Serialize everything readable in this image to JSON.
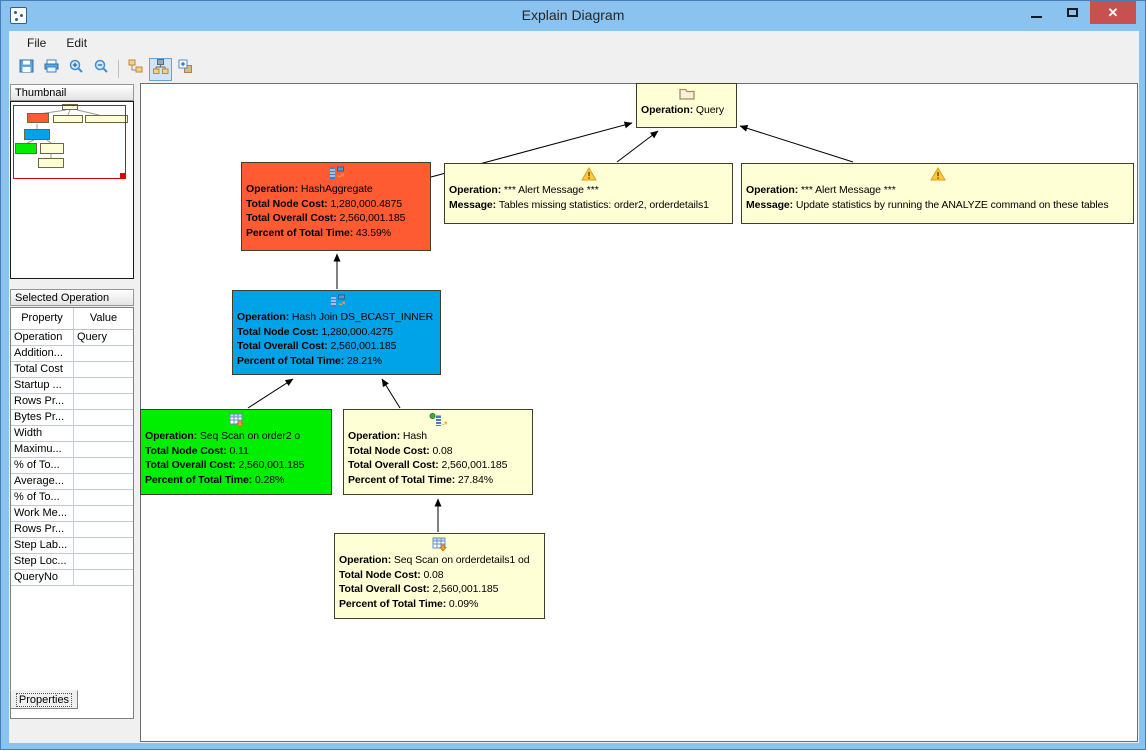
{
  "window": {
    "title": "Explain Diagram",
    "controls": {
      "minimize": "minimize",
      "maximize": "maximize",
      "close": "✕"
    }
  },
  "menu": {
    "items": [
      "File",
      "Edit"
    ]
  },
  "toolbar": {
    "buttons": [
      {
        "name": "save-icon"
      },
      {
        "name": "print-icon"
      },
      {
        "name": "zoom-in-icon"
      },
      {
        "name": "zoom-out-icon"
      },
      {
        "name": "separator"
      },
      {
        "name": "tree-layout-icon"
      },
      {
        "name": "org-chart-layout-icon",
        "active": true
      },
      {
        "name": "expand-nodes-icon"
      }
    ]
  },
  "sidebar": {
    "thumbnail": {
      "header": "Thumbnail"
    },
    "selected_operation": {
      "header": "Selected Operation",
      "columns": [
        "Property",
        "Value"
      ],
      "rows": [
        [
          "Operation",
          "Query"
        ],
        [
          "Addition...",
          ""
        ],
        [
          "Total Cost",
          ""
        ],
        [
          "Startup ...",
          ""
        ],
        [
          "Rows Pr...",
          ""
        ],
        [
          "Bytes Pr...",
          ""
        ],
        [
          "Width",
          ""
        ],
        [
          "Maximu...",
          ""
        ],
        [
          "% of To...",
          ""
        ],
        [
          "Average...",
          ""
        ],
        [
          "% of To...",
          ""
        ],
        [
          "Work Me...",
          ""
        ],
        [
          "Rows Pr...",
          ""
        ],
        [
          "Step Lab...",
          ""
        ],
        [
          "Step Loc...",
          ""
        ],
        [
          "QueryNo",
          ""
        ]
      ]
    },
    "tab": "Properties"
  },
  "diagram": {
    "nodes": [
      {
        "id": "query",
        "icon": "folder-icon",
        "color": "#FFFFD6",
        "rows": [
          {
            "label": "Operation:",
            "value": "Query"
          }
        ]
      },
      {
        "id": "hash_aggregate",
        "icon": "hash-aggregate-icon",
        "color": "#FF5B33",
        "rows": [
          {
            "label": "Operation:",
            "value": "HashAggregate"
          },
          {
            "label": "Total Node Cost:",
            "value": "1,280,000.4875"
          },
          {
            "label": "Total Overall Cost:",
            "value": "2,560,001.185"
          },
          {
            "label": "Percent of Total Time:",
            "value": "43.59%"
          }
        ]
      },
      {
        "id": "alert_missing_stats",
        "icon": "warning-icon",
        "color": "#FFFFD6",
        "rows": [
          {
            "label": "Operation:",
            "value": "*** Alert Message ***"
          },
          {
            "label": "Message:",
            "value": "Tables missing statistics: order2, orderdetails1"
          }
        ]
      },
      {
        "id": "alert_analyze",
        "icon": "warning-icon",
        "color": "#FFFFD6",
        "rows": [
          {
            "label": "Operation:",
            "value": "*** Alert Message ***"
          },
          {
            "label": "Message:",
            "value": "Update statistics by running the ANALYZE command on these tables"
          }
        ]
      },
      {
        "id": "hash_join",
        "icon": "hash-join-icon",
        "color": "#00A2E8",
        "rows": [
          {
            "label": "Operation:",
            "value": "Hash Join DS_BCAST_INNER"
          },
          {
            "label": "Total Node Cost:",
            "value": "1,280,000.4275"
          },
          {
            "label": "Total Overall Cost:",
            "value": "2,560,001.185"
          },
          {
            "label": "Percent of Total Time:",
            "value": "28.21%"
          }
        ]
      },
      {
        "id": "seq_scan_order2",
        "icon": "table-scan-icon",
        "color": "#00EE00",
        "rows": [
          {
            "label": "Operation:",
            "value": "Seq Scan on order2 o"
          },
          {
            "label": "Total Node Cost:",
            "value": "0.11"
          },
          {
            "label": "Total Overall Cost:",
            "value": "2,560,001.185"
          },
          {
            "label": "Percent of Total Time:",
            "value": "0.28%"
          }
        ]
      },
      {
        "id": "hash",
        "icon": "hash-icon",
        "color": "#FFFFD6",
        "rows": [
          {
            "label": "Operation:",
            "value": "Hash"
          },
          {
            "label": "Total Node Cost:",
            "value": "0.08"
          },
          {
            "label": "Total Overall Cost:",
            "value": "2,560,001.185"
          },
          {
            "label": "Percent of Total Time:",
            "value": "27.84%"
          }
        ]
      },
      {
        "id": "seq_scan_orderdetails1",
        "icon": "table-scan-icon",
        "color": "#FFFFD6",
        "rows": [
          {
            "label": "Operation:",
            "value": "Seq Scan on orderdetails1 od"
          },
          {
            "label": "Total Node Cost:",
            "value": "0.08"
          },
          {
            "label": "Total Overall Cost:",
            "value": "2,560,001.185"
          },
          {
            "label": "Percent of Total Time:",
            "value": "0.09%"
          }
        ]
      }
    ]
  },
  "colors": {
    "titlebar": "#8AC2F0",
    "close_button": "#C75050",
    "node_red": "#FF5B33",
    "node_blue": "#00A2E8",
    "node_green": "#00EE00",
    "node_yellow": "#FFFFD6",
    "viewport_rect": "#E00000",
    "toolbar_active_bg": "#CFE5F7"
  }
}
